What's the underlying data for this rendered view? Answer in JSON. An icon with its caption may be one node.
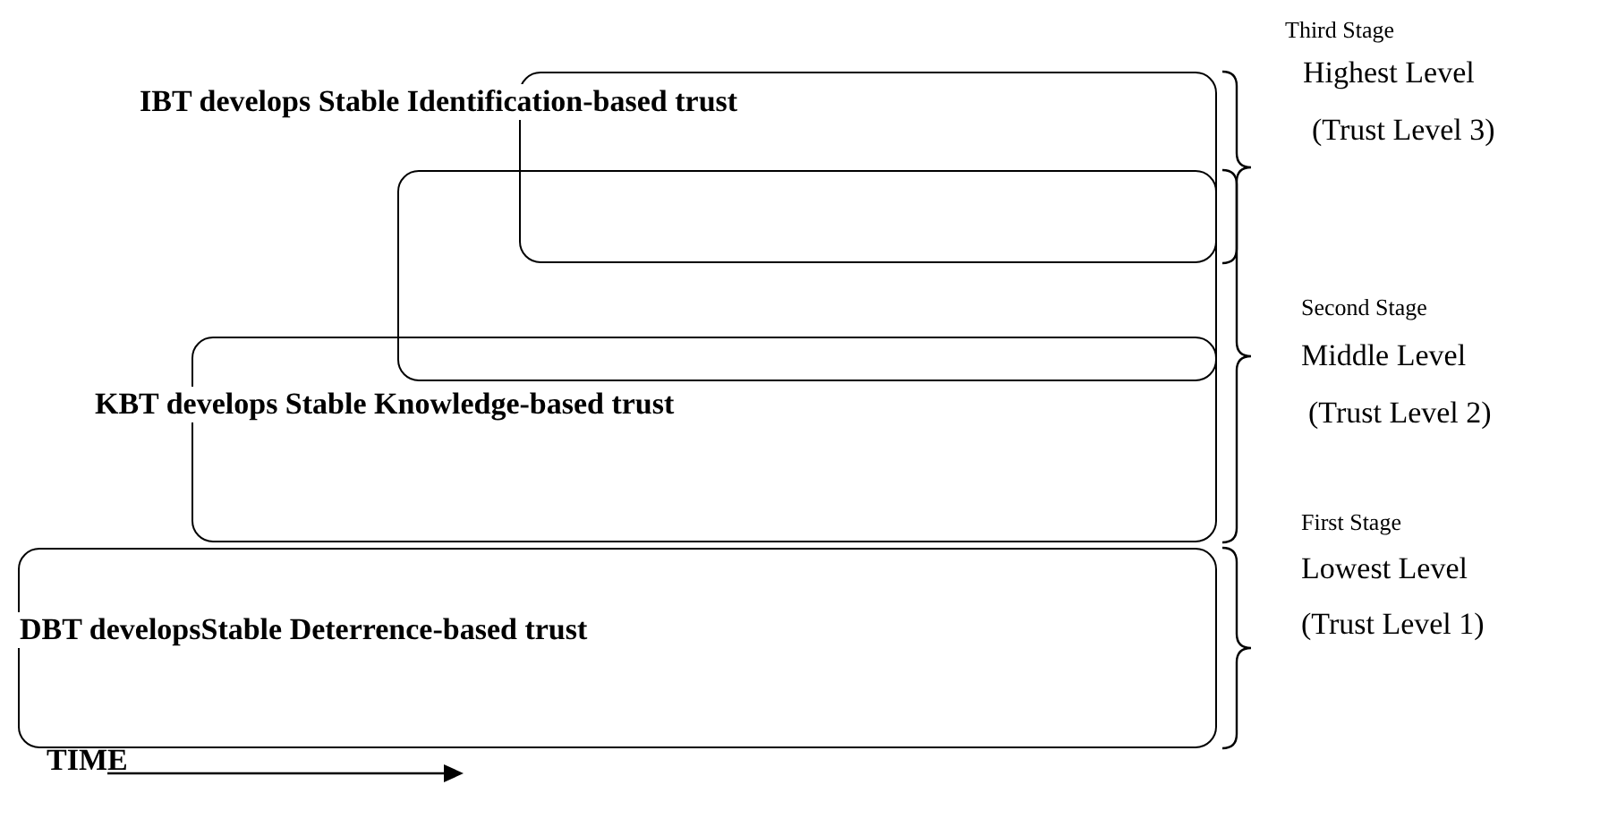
{
  "diagram": {
    "nodes": [
      {
        "text": [
          "IBT develops Stable Identification-based trust"
        ]
      },
      {
        "text": [],
        "shape": "box"
      },
      {
        "text": [
          "KBT develops Stable Knowledge-based trust"
        ]
      },
      {
        "text": [
          "DBT developsStable Deterrence-based trust"
        ]
      }
    ],
    "labels": [
      "Third Stage",
      "Highest Level",
      "(Trust Level 3)",
      "Second Stage",
      "Middle Level",
      "(Trust Level 2)",
      "First Stage",
      "Lowest Level",
      "(Trust Level 1)",
      "TIME"
    ]
  }
}
